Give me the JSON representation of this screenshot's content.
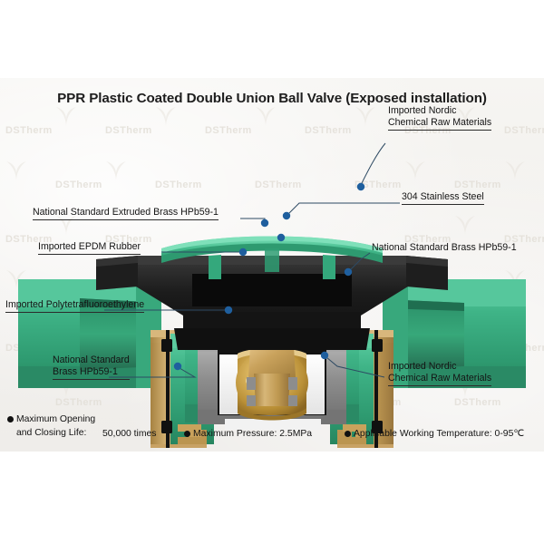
{
  "title": "PPR Plastic Coated Double Union Ball Valve (Exposed installation)",
  "watermark": {
    "text": "DSTherm"
  },
  "callouts": [
    {
      "name": "imported-nordic-top",
      "lines": [
        "Imported Nordic",
        "Chemical Raw Materials"
      ]
    },
    {
      "name": "stainless-steel",
      "lines": [
        "304 Stainless Steel"
      ]
    },
    {
      "name": "extruded-brass",
      "lines": [
        "National Standard Extruded Brass HPb59-1"
      ]
    },
    {
      "name": "epdm-rubber",
      "lines": [
        "Imported EPDM Rubber"
      ]
    },
    {
      "name": "brass-right",
      "lines": [
        "National Standard Brass HPb59-1"
      ]
    },
    {
      "name": "ptfe",
      "lines": [
        "Imported Polytetrafluoroethylene"
      ]
    },
    {
      "name": "brass-left",
      "lines": [
        "National Standard",
        "Brass HPb59-1"
      ]
    },
    {
      "name": "imported-nordic-bottom",
      "lines": [
        "Imported Nordic",
        "Chemical Raw Materials"
      ]
    }
  ],
  "specs": [
    {
      "label_line1": "Maximum Opening",
      "label_line2": "and Closing Life:",
      "value": "50,000 times"
    },
    {
      "label": "Maximum Pressure: 2.5MPa"
    },
    {
      "label": "Applicable Working Temperature: 0-95℃"
    }
  ],
  "colors": {
    "ppr_green": "#3fb487",
    "ppr_green_dark": "#2d8f68",
    "brass": "#c19a52",
    "brass_light": "#d9b877",
    "black_plastic": "#1a1a1a",
    "steel_gray": "#8e8e8e",
    "ptfe_white": "#f3f3f3",
    "panel_bg": "#f3f1ee",
    "leader": "#2d4a63",
    "dot": "#1f5f9e"
  }
}
